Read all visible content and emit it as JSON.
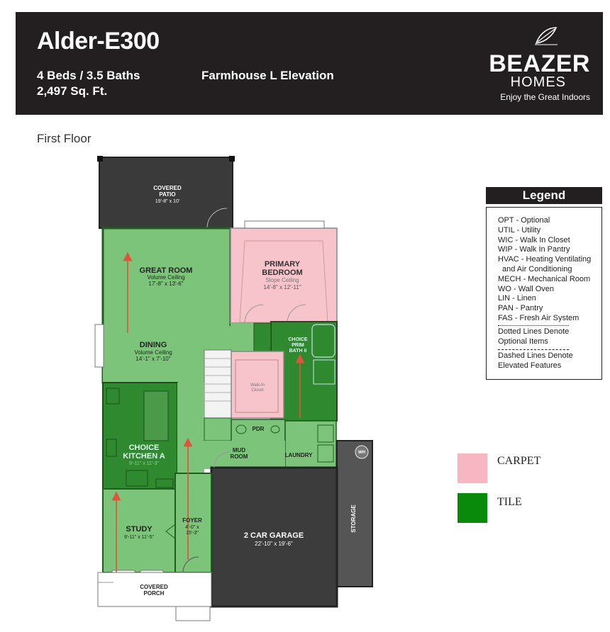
{
  "header": {
    "title": "Alder-E300",
    "beds_baths": "4 Beds / 3.5 Baths",
    "sqft": "2,497 Sq. Ft.",
    "elevation": "Farmhouse L Elevation",
    "brand_name": "BEAZER",
    "brand_sub": "HOMES",
    "brand_tagline": "Enjoy the Great Indoors"
  },
  "floor_label": "First Floor",
  "rooms": {
    "covered_patio": {
      "name": "COVERED",
      "name2": "PATIO",
      "dims": "19'-8\" x 10'"
    },
    "great_room": {
      "name": "GREAT ROOM",
      "note": "Volume Ceiling",
      "dims": "17'-8\" x 13'-6\""
    },
    "primary_bedroom": {
      "name": "PRIMARY",
      "name2": "BEDROOM",
      "note": "Slope Ceiling",
      "dims": "14'-8\" x 12'-11\""
    },
    "dining": {
      "name": "DINING",
      "note": "Volume Ceiling",
      "dims": "14'-1\" x 7'-10\""
    },
    "prim_bath": {
      "name": "CHOICE",
      "name2": "PRIM",
      "name3": "BATH II"
    },
    "walk_in_closet": {
      "name": "Walk-In",
      "name2": "Closet"
    },
    "kitchen": {
      "name": "CHOICE",
      "name2": "KITCHEN A",
      "dims": "9'-11\" x 11'-3\""
    },
    "pwd": {
      "name": "PDR"
    },
    "mud_room": {
      "name": "MUD",
      "name2": "ROOM"
    },
    "laundry": {
      "name": "LAUNDRY"
    },
    "wh": {
      "name": "WH"
    },
    "study": {
      "name": "STUDY",
      "dims": "9'-11\" x 11'-5\""
    },
    "foyer": {
      "name": "FOYER",
      "dims": "4'-0\" x",
      "dims2": "15'-3\""
    },
    "garage": {
      "name": "2 CAR GARAGE",
      "dims": "22'-10\" x 19'-6\""
    },
    "storage": {
      "name": "STORAGE"
    },
    "covered_porch": {
      "name": "COVERED",
      "name2": "PORCH"
    }
  },
  "legend": {
    "title": "Legend",
    "items": [
      "OPT - Optional",
      "UTIL - Utility",
      "WIC - Walk In Closet",
      "WIP - Walk In Pantry",
      "HVAC - Heating Ventilating",
      "and Air Conditioning",
      "MECH - Mechanical Room",
      "WO - Wall Oven",
      "LIN - Linen",
      "PAN - Pantry",
      "FAS - Fresh Air System"
    ],
    "dotted_1": "Dotted Lines Denote",
    "dotted_2": "Optional Items",
    "dashed_1": "Dashed Lines Denote",
    "dashed_2": "Elevated Features"
  },
  "finish_key": [
    {
      "label": "CARPET",
      "color": "#f7b6c2"
    },
    {
      "label": "TILE",
      "color": "#0a8a0a"
    }
  ],
  "colors": {
    "header_bg": "#231f20",
    "tile_light": "#7cc47a",
    "tile_dark": "#2f8a2f",
    "carpet": "#f7c4cc",
    "garage": "#3c3c3c",
    "arrow": "#e0533a"
  }
}
